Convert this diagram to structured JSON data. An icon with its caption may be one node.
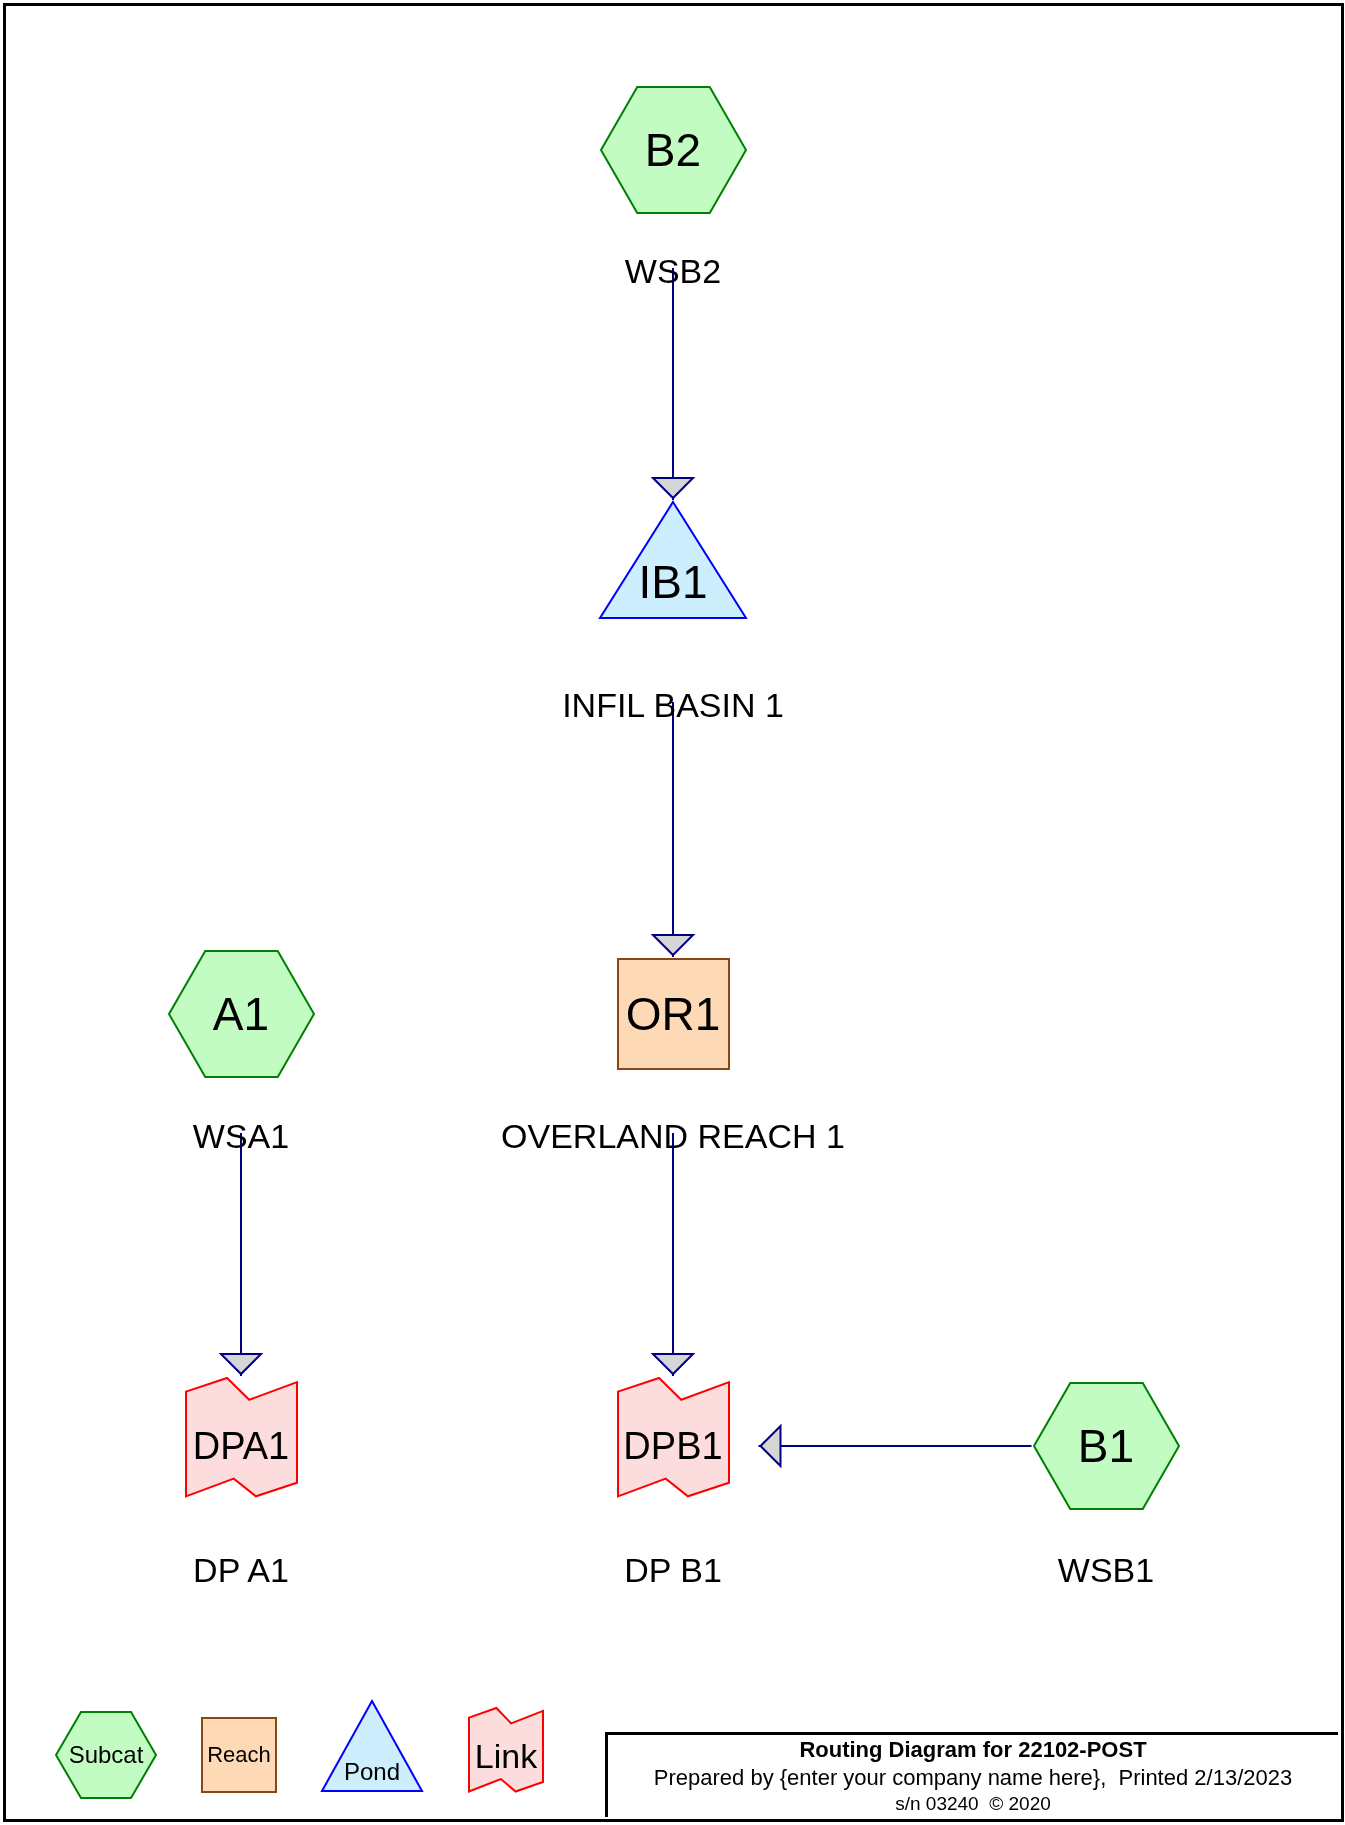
{
  "diagram": {
    "title": "Routing Diagram for 22102-POST",
    "nodes": [
      {
        "text": [
          "B2"
        ],
        "beside": [
          "WSB2"
        ]
      },
      {
        "text": [
          "IB1"
        ],
        "beside": [
          "INFIL BASIN 1"
        ]
      },
      {
        "text": [
          "A1"
        ],
        "beside": [
          "WSA1"
        ]
      },
      {
        "text": [
          "OR1"
        ],
        "beside": [
          "OVERLAND REACH 1"
        ]
      },
      {
        "text": [
          "DPA1"
        ],
        "beside": [
          "DP A1"
        ]
      },
      {
        "text": [
          "DPB1"
        ],
        "beside": [
          "DP B1"
        ]
      },
      {
        "text": [
          "B1"
        ],
        "beside": [
          "WSB1"
        ]
      }
    ],
    "edges": [
      {
        "from": 0,
        "to": 1,
        "arrow": "to"
      },
      {
        "from": 1,
        "to": 3,
        "arrow": "to"
      },
      {
        "from": 2,
        "to": 4,
        "arrow": "to"
      },
      {
        "from": 3,
        "to": 5,
        "arrow": "to"
      },
      {
        "from": 6,
        "to": 5,
        "arrow": "to"
      }
    ],
    "labels": [
      "Prepared by {enter your company name here},  Printed 2/13/2023",
      "s/n 03240  © 2020"
    ],
    "legend": [
      {
        "text": "Subcat"
      },
      {
        "text": "Reach"
      },
      {
        "text": "Pond"
      },
      {
        "text": "Link"
      }
    ]
  }
}
